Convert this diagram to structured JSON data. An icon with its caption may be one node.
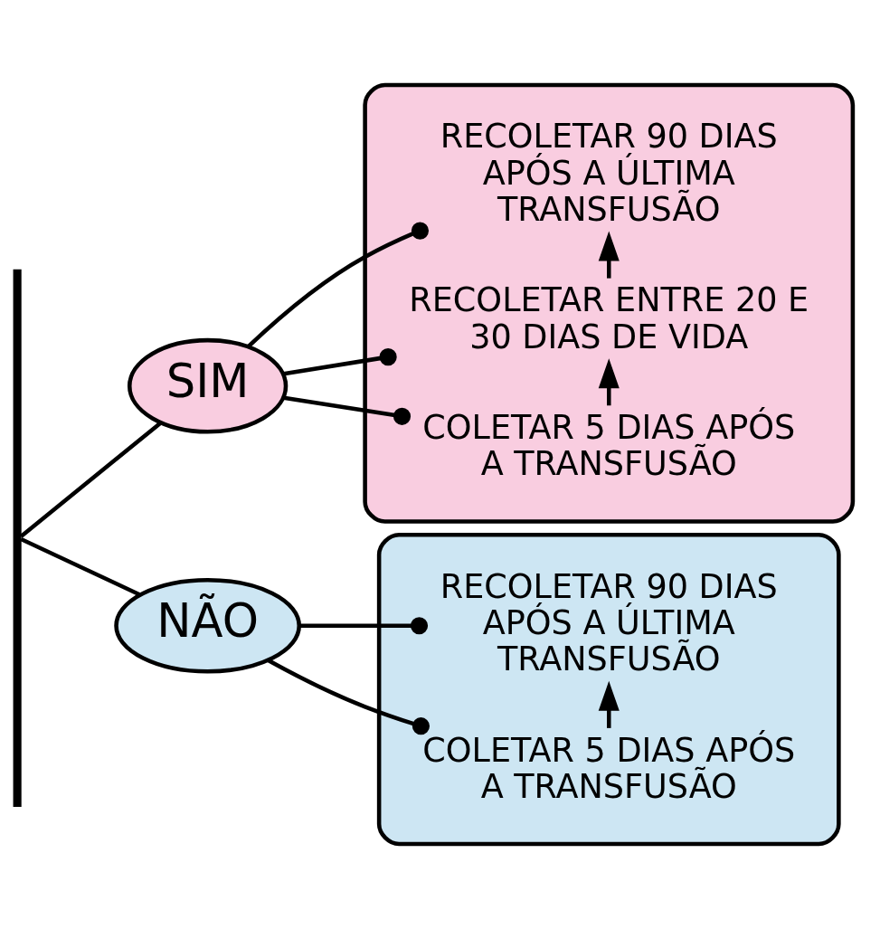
{
  "diagram": {
    "nodes": [
      {
        "text": [],
        "shape": "bar"
      },
      {
        "text": [
          "SIM"
        ]
      },
      {
        "text": [],
        "shape": "box"
      },
      {
        "text": [
          "COLETAR 5 DIAS APÓS A TRANSFUSÃO"
        ],
        "in": 2
      },
      {
        "text": [
          "RECOLETAR ENTRE 20 E 30 DIAS DE VIDA"
        ],
        "in": 2
      },
      {
        "text": [
          "RECOLETAR 90 DIAS APÓS A ÚLTIMA TRANSFUSÃO"
        ],
        "in": 2
      },
      {
        "text": [
          "NÃO"
        ]
      },
      {
        "text": [],
        "shape": "box"
      },
      {
        "text": [
          "COLETAR 5 DIAS APÓS A TRANSFUSÃO"
        ],
        "in": 7
      },
      {
        "text": [
          "RECOLETAR 90 DIAS APÓS A ÚLTIMA TRANSFUSÃO"
        ],
        "in": 7
      }
    ],
    "edges": [
      {
        "from": 0,
        "to": 1,
        "arrow": "none"
      },
      {
        "from": 0,
        "to": 6,
        "arrow": "none"
      },
      {
        "from": 1,
        "to": 3,
        "arrow": "other"
      },
      {
        "from": 1,
        "to": 4,
        "arrow": "other"
      },
      {
        "from": 1,
        "to": 5,
        "arrow": "other"
      },
      {
        "from": 3,
        "to": 4,
        "arrow": "to"
      },
      {
        "from": 4,
        "to": 5,
        "arrow": "to"
      },
      {
        "from": 6,
        "to": 8,
        "arrow": "other"
      },
      {
        "from": 6,
        "to": 9,
        "arrow": "other"
      },
      {
        "from": 8,
        "to": 9,
        "arrow": "to"
      }
    ]
  }
}
